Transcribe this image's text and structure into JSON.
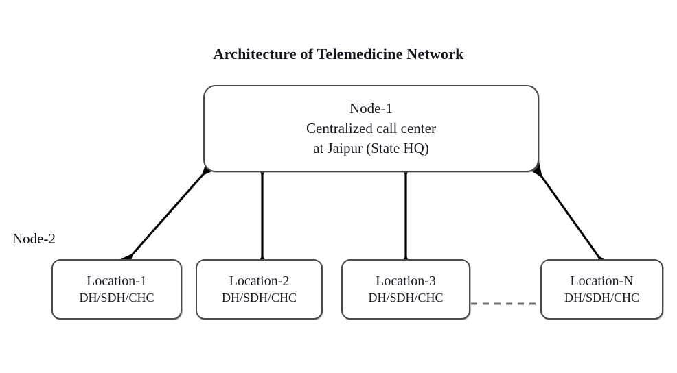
{
  "title": "Architecture of Telemedicine Network",
  "labels": {
    "node2": "Node-2"
  },
  "central_node": {
    "line1": "Node-1",
    "line2": "Centralized call center",
    "line3": "at Jaipur (State HQ)"
  },
  "locations": [
    {
      "name": "Location-1",
      "facilities": "DH/SDH/CHC"
    },
    {
      "name": "Location-2",
      "facilities": "DH/SDH/CHC"
    },
    {
      "name": "Location-3",
      "facilities": "DH/SDH/CHC"
    },
    {
      "name": "Location-N",
      "facilities": "DH/SDH/CHC"
    }
  ],
  "colors": {
    "background": "#ffffff",
    "text": "#15151d",
    "box_border": "#4a4a4a",
    "arrow": "#000000",
    "dashed_link": "#6e6e6e"
  },
  "connections": {
    "type": "bidirectional-arrow",
    "count": 4,
    "dashed_link_note": "dashed continuation between Location-3 and Location-N"
  }
}
